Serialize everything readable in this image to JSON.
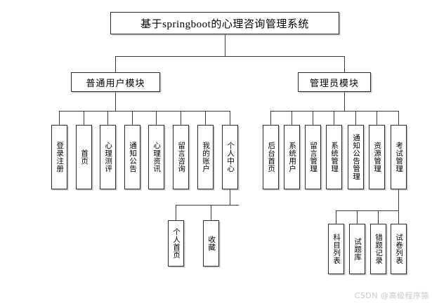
{
  "diagram": {
    "kind": "system-architecture-tree",
    "title": "基于springboot的心理咨询管理系统",
    "modules": [
      {
        "id": "user-module",
        "label": "普通用户模块",
        "children": [
          {
            "id": "login-register",
            "label": "登录注册"
          },
          {
            "id": "home",
            "label": "首页"
          },
          {
            "id": "psych-test",
            "label": "心理测评"
          },
          {
            "id": "notice",
            "label": "通知公告"
          },
          {
            "id": "psych-news",
            "label": "心理资讯"
          },
          {
            "id": "message-consult",
            "label": "留言咨询"
          },
          {
            "id": "my-account",
            "label": "我的账户"
          },
          {
            "id": "personal-center",
            "label": "个人中心",
            "children": [
              {
                "id": "personal-home",
                "label": "个人首页"
              },
              {
                "id": "favorites",
                "label": "收藏"
              }
            ]
          }
        ]
      },
      {
        "id": "admin-module",
        "label": "管理员模块",
        "children": [
          {
            "id": "admin-home",
            "label": "后台首页"
          },
          {
            "id": "system-user",
            "label": "系统用户"
          },
          {
            "id": "message-manage",
            "label": "留言管理"
          },
          {
            "id": "system-manage",
            "label": "系统管理"
          },
          {
            "id": "notice-manage",
            "label": "通知公告管理"
          },
          {
            "id": "resource-manage",
            "label": "资源管理"
          },
          {
            "id": "exam-manage",
            "label": "考试管理",
            "children": [
              {
                "id": "subject-list",
                "label": "科目列表"
              },
              {
                "id": "question-bank",
                "label": "试题库"
              },
              {
                "id": "wrong-record",
                "label": "错题记录"
              },
              {
                "id": "paper-list",
                "label": "试卷列表"
              }
            ]
          }
        ]
      }
    ]
  },
  "watermark": "CSDN @高级程序猿",
  "colors": {
    "background": "#ffffff",
    "box_border": "#2b2b2b",
    "box_fill": "#ffffff",
    "edge": "#3a3a3a",
    "text": "#000000",
    "watermark": "#c9c9c9"
  }
}
